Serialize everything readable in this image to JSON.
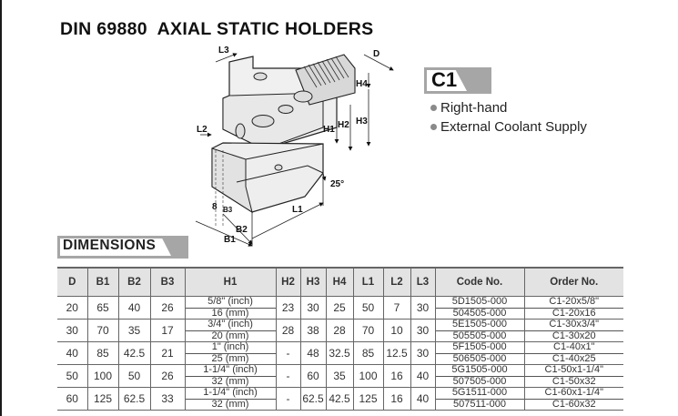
{
  "title": "DIN 69880  AXIAL STATIC HOLDERS",
  "drawing": {
    "labels": [
      "L3",
      "D",
      "H4",
      "H1",
      "H2",
      "H3",
      "L2",
      "25°",
      "8",
      "B3",
      "B2",
      "B1",
      "L1"
    ]
  },
  "variant": {
    "code": "C1",
    "features": [
      "Right-hand",
      "External Coolant Supply"
    ],
    "bullet_color": "#8a8a8a"
  },
  "dimensions": {
    "heading": "DIMENSIONS",
    "columns": [
      "D",
      "B1",
      "B2",
      "B3",
      "H1",
      "H2",
      "H3",
      "H4",
      "L1",
      "L2",
      "L3",
      "Code No.",
      "Order No."
    ],
    "rows": [
      {
        "D": "20",
        "B1": "65",
        "B2": "40",
        "B3": "26",
        "H1_inch": "5/8\" (inch)",
        "H1_mm": "16 (mm)",
        "H2": "23",
        "H3": "30",
        "H4": "25",
        "L1": "50",
        "L2": "7",
        "L3": "30",
        "code_inch": "5D1505-000",
        "code_mm": "504505-000",
        "order_inch": "C1-20x5/8\"",
        "order_mm": "C1-20x16"
      },
      {
        "D": "30",
        "B1": "70",
        "B2": "35",
        "B3": "17",
        "H1_inch": "3/4\" (inch)",
        "H1_mm": "20 (mm)",
        "H2": "28",
        "H3": "38",
        "H4": "28",
        "L1": "70",
        "L2": "10",
        "L3": "30",
        "code_inch": "5E1505-000",
        "code_mm": "505505-000",
        "order_inch": "C1-30x3/4\"",
        "order_mm": "C1-30x20"
      },
      {
        "D": "40",
        "B1": "85",
        "B2": "42.5",
        "B3": "21",
        "H1_inch": "1\" (inch)",
        "H1_mm": "25 (mm)",
        "H2": "-",
        "H3": "48",
        "H4": "32.5",
        "L1": "85",
        "L2": "12.5",
        "L3": "30",
        "code_inch": "5F1505-000",
        "code_mm": "506505-000",
        "order_inch": "C1-40x1\"",
        "order_mm": "C1-40x25"
      },
      {
        "D": "50",
        "B1": "100",
        "B2": "50",
        "B3": "26",
        "H1_inch": "1-1/4\" (inch)",
        "H1_mm": "32 (mm)",
        "H2": "-",
        "H3": "60",
        "H4": "35",
        "L1": "100",
        "L2": "16",
        "L3": "40",
        "code_inch": "5G1505-000",
        "code_mm": "507505-000",
        "order_inch": "C1-50x1-1/4\"",
        "order_mm": "C1-50x32"
      },
      {
        "D": "60",
        "B1": "125",
        "B2": "62.5",
        "B3": "33",
        "H1_inch": "1-1/4\" (inch)",
        "H1_mm": "32 (mm)",
        "H2": "-",
        "H3": "62.5",
        "H4": "42.5",
        "L1": "125",
        "L2": "16",
        "L3": "40",
        "code_inch": "5G1511-000",
        "code_mm": "507511-000",
        "order_inch": "C1-60x1-1/4\"",
        "order_mm": "C1-60x32"
      }
    ]
  },
  "colors": {
    "header_fill": "#e3e3e3",
    "tag_gray": "#a6a6a6",
    "rule": "#666666"
  }
}
